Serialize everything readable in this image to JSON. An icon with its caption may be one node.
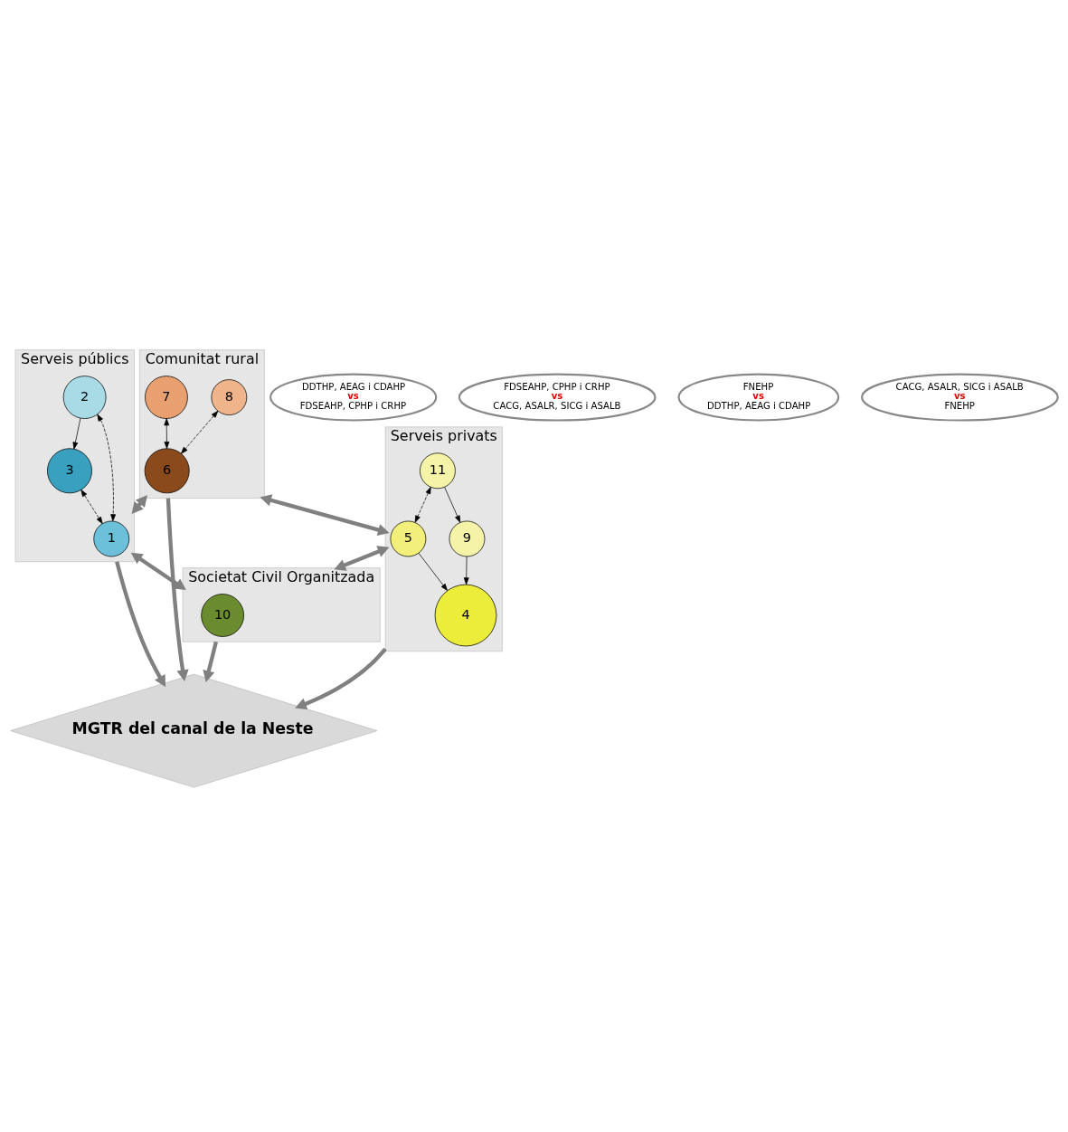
{
  "diagram": {
    "nodes": [
      {
        "text": [
          "Comunitat rural"
        ]
      },
      {
        "text": [
          "8"
        ],
        "in": 0
      },
      {
        "text": [
          "7"
        ],
        "in": 0
      },
      {
        "text": [
          "6"
        ],
        "in": 0
      },
      {
        "text": [
          "DDTHP, AEAG i CDAHP",
          "vs",
          "FDSEAHP, CPHP i CRHP"
        ]
      },
      {
        "text": [
          "FDSEAHP, CPHP i CRHP",
          "vs",
          "CACG, ASALR, SICG i ASALB"
        ]
      },
      {
        "text": [
          "Serveis públics"
        ]
      },
      {
        "text": [
          "2"
        ],
        "in": 6
      },
      {
        "text": [
          "3"
        ],
        "in": 6
      },
      {
        "text": [
          "1"
        ],
        "in": 6
      },
      {
        "text": [
          "MGTR del canal de la Neste"
        ]
      },
      {
        "text": [
          "Serveis privats"
        ]
      },
      {
        "text": [
          "9"
        ],
        "in": 11
      },
      {
        "text": [
          "4"
        ],
        "in": 11
      },
      {
        "text": [
          "11"
        ],
        "in": 11
      },
      {
        "text": [
          "5"
        ],
        "in": 11
      },
      {
        "text": [
          "Societat Civil Organitzada"
        ]
      },
      {
        "text": [
          "10"
        ],
        "in": 16
      },
      {
        "text": [
          "FNEHP",
          "vs",
          "DDTHP, AEAG i CDAHP"
        ]
      },
      {
        "text": [
          "CACG, ASALR, SICG i ASALB",
          "vs",
          "FNEHP"
        ]
      }
    ],
    "edges": [
      {
        "from": 1,
        "to": 3,
        "arrow": "both",
        "style": "dashed"
      },
      {
        "from": 2,
        "to": 3,
        "arrow": "both"
      },
      {
        "from": 7,
        "to": 8,
        "arrow": "to"
      },
      {
        "from": 7,
        "to": 9,
        "arrow": "both",
        "style": "dashed"
      },
      {
        "from": 8,
        "to": 9,
        "arrow": "both",
        "style": "dashed"
      },
      {
        "from": 12,
        "to": 13,
        "arrow": "to"
      },
      {
        "from": 15,
        "to": 13,
        "arrow": "to"
      },
      {
        "from": 14,
        "to": 12,
        "arrow": "to"
      },
      {
        "from": 14,
        "to": 15,
        "arrow": "both",
        "style": "dashed"
      },
      {
        "from": 0,
        "to": 10,
        "arrow": "to",
        "style": "thick",
        "color": "#808080"
      },
      {
        "from": 6,
        "to": 10,
        "arrow": "to",
        "style": "thick",
        "color": "#808080"
      },
      {
        "from": 11,
        "to": 10,
        "arrow": "to",
        "style": "thick",
        "color": "#808080"
      },
      {
        "from": 16,
        "to": 10,
        "arrow": "to",
        "style": "thick",
        "color": "#808080"
      },
      {
        "from": 0,
        "to": 6,
        "arrow": "both",
        "style": "thick",
        "color": "#808080"
      },
      {
        "from": 0,
        "to": 11,
        "arrow": "both",
        "style": "thick",
        "color": "#808080"
      },
      {
        "from": 6,
        "to": 16,
        "arrow": "both",
        "style": "thick",
        "color": "#808080"
      },
      {
        "from": 11,
        "to": 16,
        "arrow": "both",
        "style": "thick",
        "color": "#808080"
      }
    ]
  }
}
